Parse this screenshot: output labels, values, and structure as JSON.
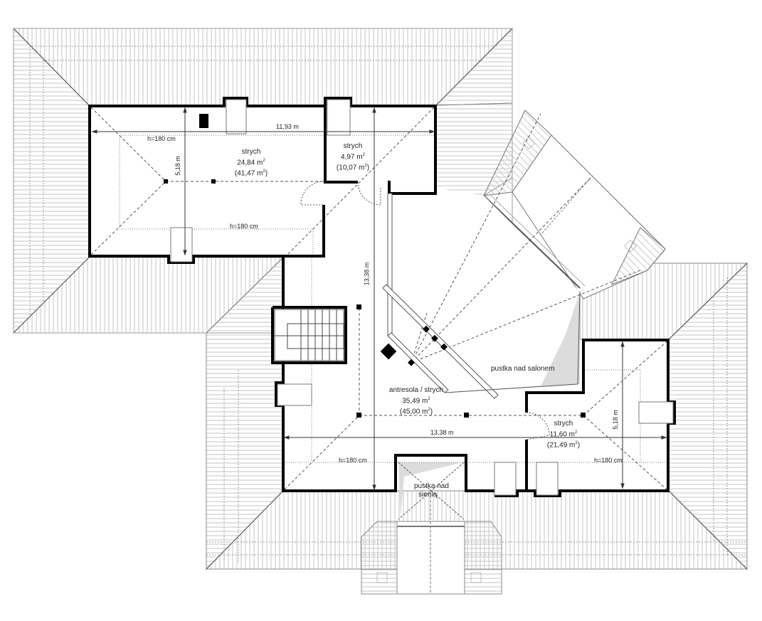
{
  "plan": {
    "title": "Attic floor plan (poddasze)",
    "colors": {
      "wall": "#000000",
      "roof_hatch": "#c8c8c8",
      "void_fill": "#dcdcdc",
      "dimension": "#333333",
      "background": "#ffffff"
    },
    "rooms": [
      {
        "id": "strych-left",
        "name": "strych",
        "area": "24,84 m",
        "area_total": "(41,47 m",
        "sup": "2"
      },
      {
        "id": "strych-small",
        "name": "strych",
        "area": "4,97 m",
        "area_total": "(10,07 m",
        "sup": "2"
      },
      {
        "id": "antresola",
        "name": "antresola / strych",
        "area": "35,49 m",
        "area_total": "(45,00 m",
        "sup": "2"
      },
      {
        "id": "strych-right",
        "name": "strych",
        "area": "11,60 m",
        "area_total": "(21,49 m",
        "sup": "2"
      }
    ],
    "voids": [
      {
        "id": "void-salon",
        "label": "pustka nad salonem"
      },
      {
        "id": "void-sien-1",
        "label": "pustka nad"
      },
      {
        "id": "void-sien-2",
        "label": "sienią"
      }
    ],
    "dimensions": {
      "left_width": "11,93 m",
      "left_depth": "5,18 m",
      "center_length_vertical": "13,38 m",
      "center_length_horizontal": "13,38 m",
      "right_depth": "5,18 m"
    },
    "height_marks": [
      {
        "id": "h-left-top",
        "label": "h=180 cm"
      },
      {
        "id": "h-left-bottom",
        "label": "h=180 cm"
      },
      {
        "id": "h-center-bottom",
        "label": "h=180 cm"
      },
      {
        "id": "h-right-bottom",
        "label": "h=180 cm"
      }
    ],
    "closing_paren": ")"
  }
}
